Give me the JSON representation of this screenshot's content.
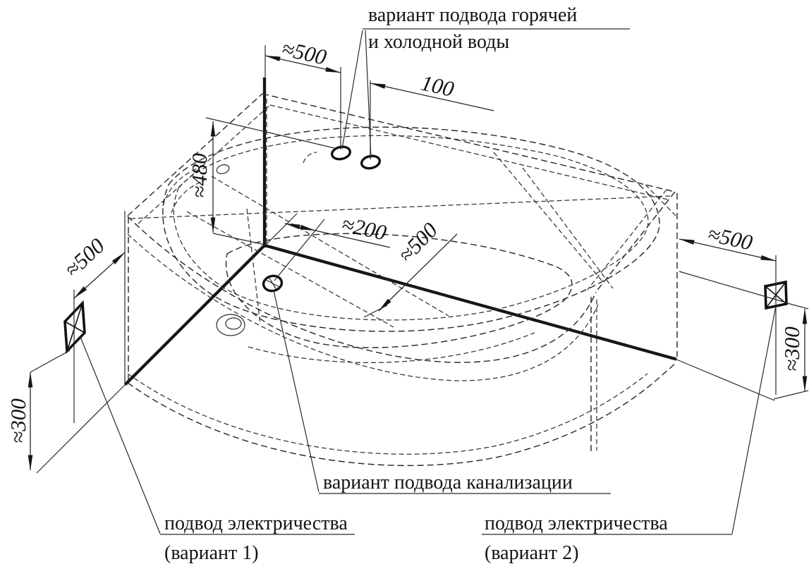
{
  "diagram": {
    "kind": "bathtub-installation-isometric-drawing",
    "dimensions": {
      "supply_offset_500": "≈500",
      "supply_spacing_100": "100",
      "supply_height_480": "≈480",
      "drain_wall_offset_200": "≈200",
      "drain_depth_500": "≈500",
      "electric1_offset_500": "≈500",
      "electric1_height_300": "≈300",
      "electric2_offset_500": "≈500",
      "electric2_height_300": "≈300"
    },
    "labels": {
      "water_supply_line1": "вариант подвода горячей",
      "water_supply_line2": "и холодной воды",
      "sewage": "вариант подвода канализации",
      "electric_left_line1": "подвод электричества",
      "electric_left_line2": "(вариант 1)",
      "electric_right_line1": "подвод электричества",
      "electric_right_line2": "(вариант 2)"
    },
    "colors": {
      "ink": "#1a1a1a",
      "background": "#ffffff"
    }
  }
}
